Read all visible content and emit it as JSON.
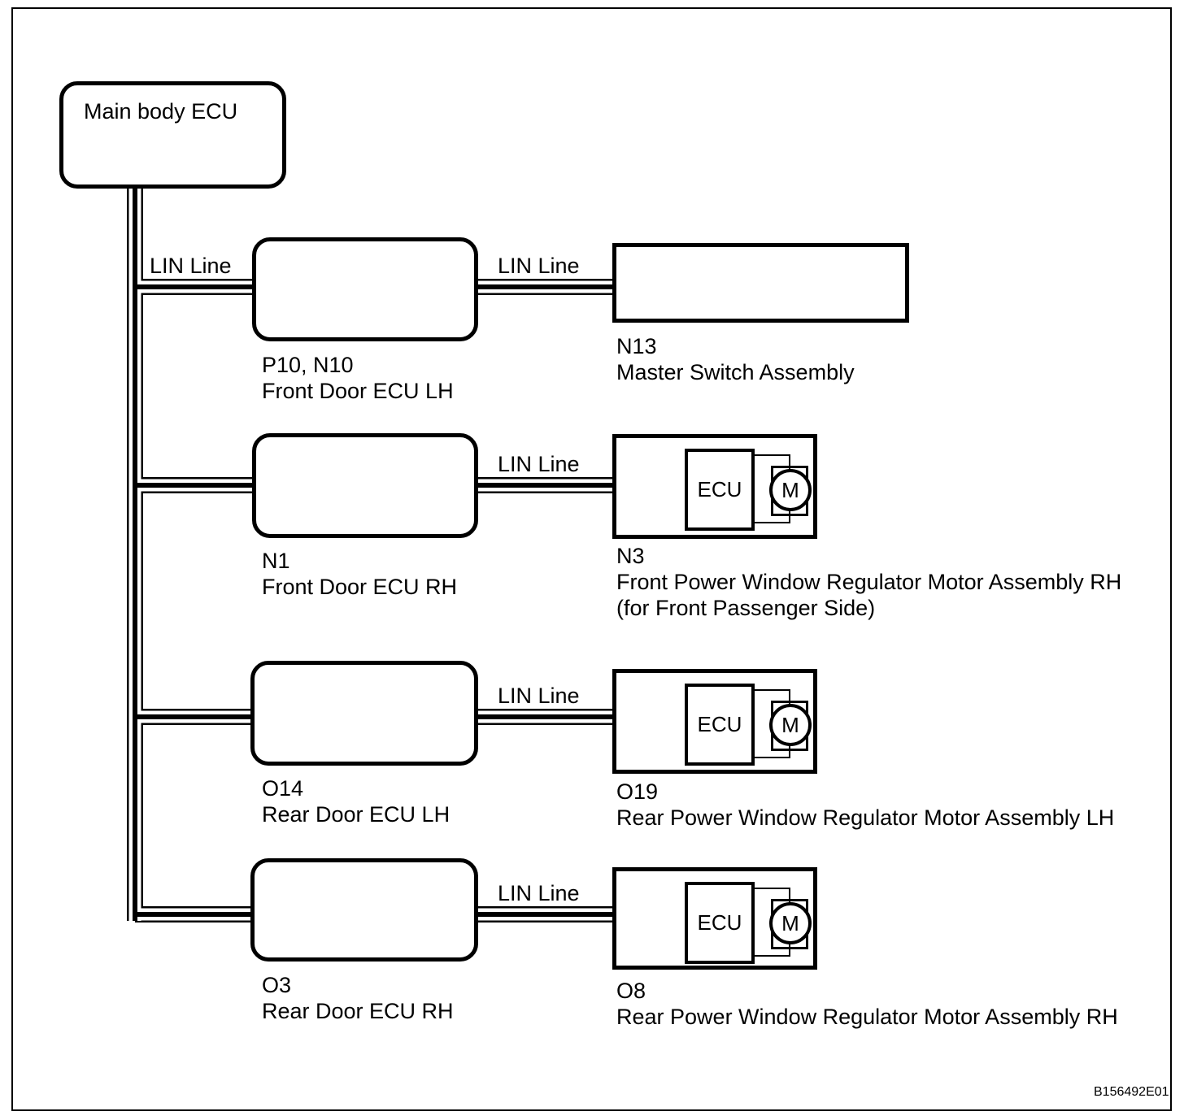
{
  "colors": {
    "line": "#000000",
    "background": "#ffffff"
  },
  "main_ecu": {
    "label": "Main body ECU"
  },
  "wire_label": "LIN Line",
  "motor_unit": {
    "ecu_label": "ECU",
    "motor_label": "M"
  },
  "rows": [
    {
      "left_ref": "P10, N10",
      "left_name": "Front Door ECU LH",
      "right_ref": "N13",
      "right_name": "Master Switch Assembly",
      "right_type": "plain-rectangle"
    },
    {
      "left_ref": "N1",
      "left_name": "Front Door ECU RH",
      "right_ref": "N3",
      "right_name": "Front Power Window Regulator Motor Assembly RH",
      "right_note": "(for Front Passenger Side)",
      "right_type": "motor-assembly"
    },
    {
      "left_ref": "O14",
      "left_name": "Rear Door ECU LH",
      "right_ref": "O19",
      "right_name": "Rear Power Window Regulator Motor Assembly LH",
      "right_type": "motor-assembly"
    },
    {
      "left_ref": "O3",
      "left_name": "Rear Door ECU RH",
      "right_ref": "O8",
      "right_name": "Rear Power Window Regulator Motor Assembly RH",
      "right_type": "motor-assembly"
    }
  ],
  "footer": {
    "figure_code": "B156492E01"
  }
}
